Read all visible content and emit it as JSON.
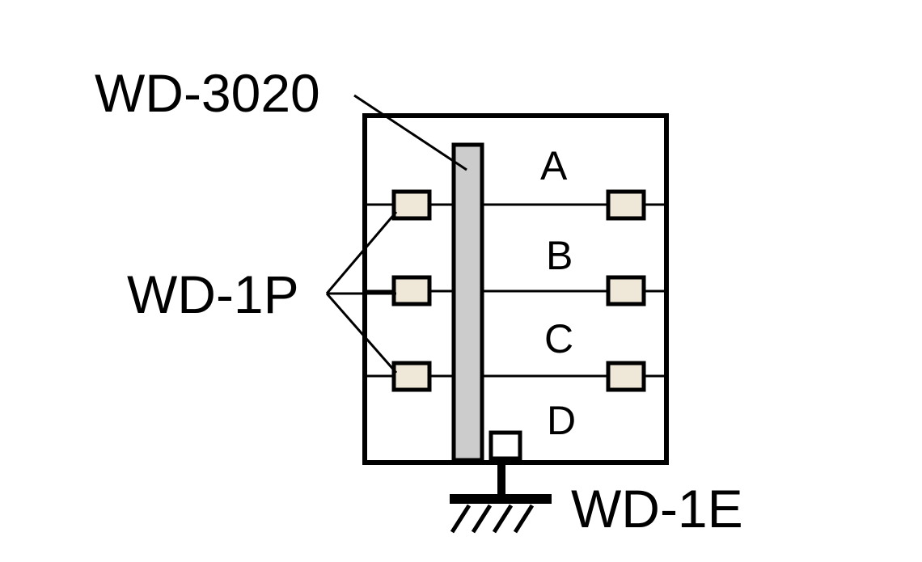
{
  "labels": {
    "rod": "WD-3020",
    "plates": "WD-1P",
    "earth": "WD-1E"
  },
  "zones": [
    "A",
    "B",
    "C",
    "D"
  ],
  "colors": {
    "outline": "#000000",
    "rod_fill": "#cccccc",
    "plate_fill": "#efe8d8",
    "earth_box_fill": "#ffffff"
  }
}
